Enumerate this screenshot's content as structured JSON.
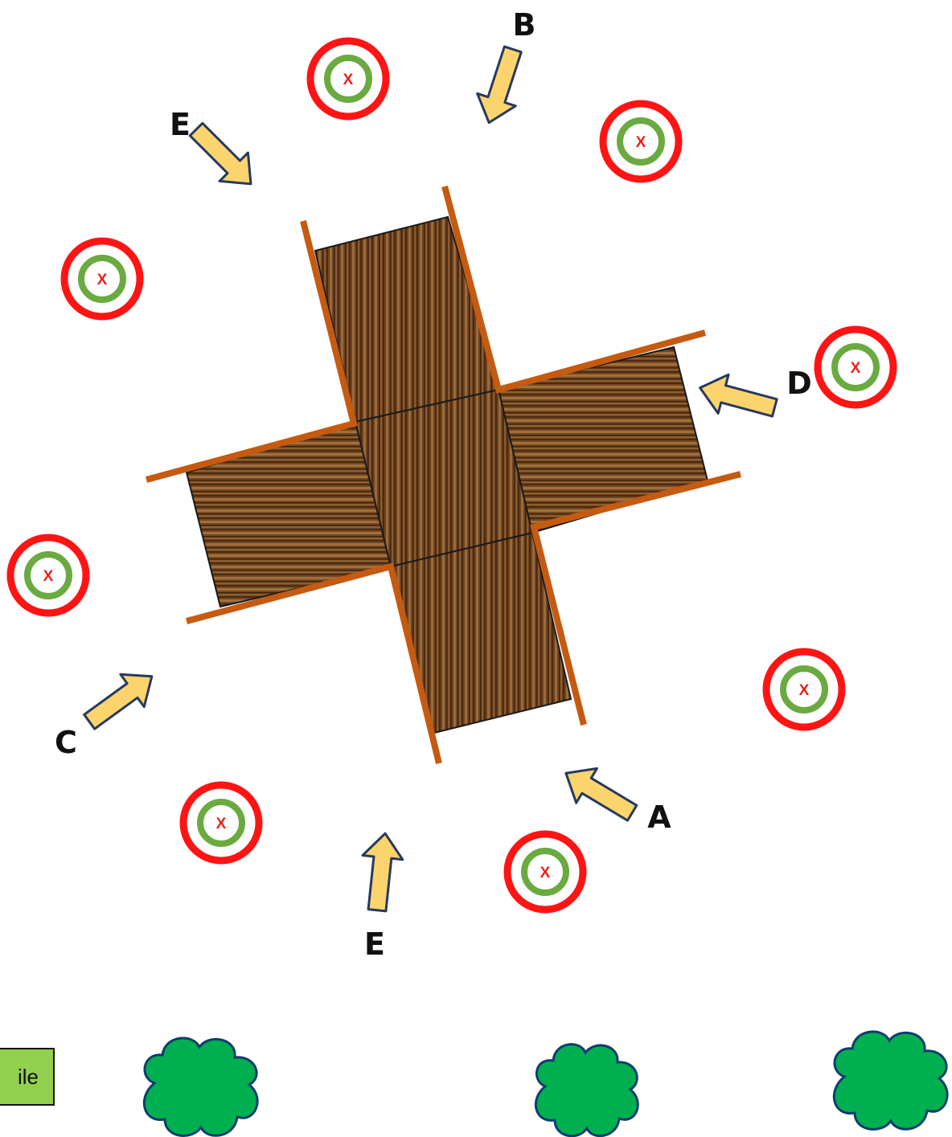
{
  "arrows": [
    {
      "id": "arrow-a",
      "label": "A"
    },
    {
      "id": "arrow-b",
      "label": "B"
    },
    {
      "id": "arrow-c",
      "label": "C"
    },
    {
      "id": "arrow-d",
      "label": "D"
    },
    {
      "id": "arrow-e-top",
      "label": "E"
    },
    {
      "id": "arrow-e-bottom",
      "label": "E"
    }
  ],
  "target_mark": "X",
  "pile_label": "ile",
  "colors": {
    "arrow_fill": "#fcd46e",
    "arrow_stroke": "#263a5e",
    "target_outer": "#ff1414",
    "target_inner": "#6aaa40",
    "rail": "#c55a11",
    "wood": "#7a4a22",
    "bush": "#00b050",
    "pile_box": "#92d050"
  }
}
